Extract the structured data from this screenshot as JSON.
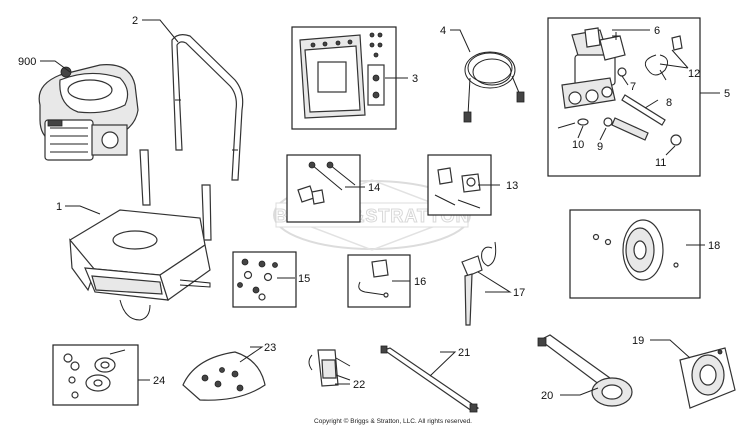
{
  "watermark": "BRIGGS&STRATTON",
  "copyright": "Copyright © Briggs & Stratton, LLC. All rights reserved.",
  "callouts": {
    "c900": "900",
    "c1": "1",
    "c2": "2",
    "c3": "3",
    "c4": "4",
    "c5": "5",
    "c6": "6",
    "c7": "7",
    "c8": "8",
    "c9": "9",
    "c10": "10",
    "c11": "11",
    "c12": "12",
    "c13": "13",
    "c14": "14",
    "c15": "15",
    "c16": "16",
    "c17": "17",
    "c18": "18",
    "c19": "19",
    "c20": "20",
    "c21": "21",
    "c22": "22",
    "c23": "23",
    "c24": "24"
  }
}
